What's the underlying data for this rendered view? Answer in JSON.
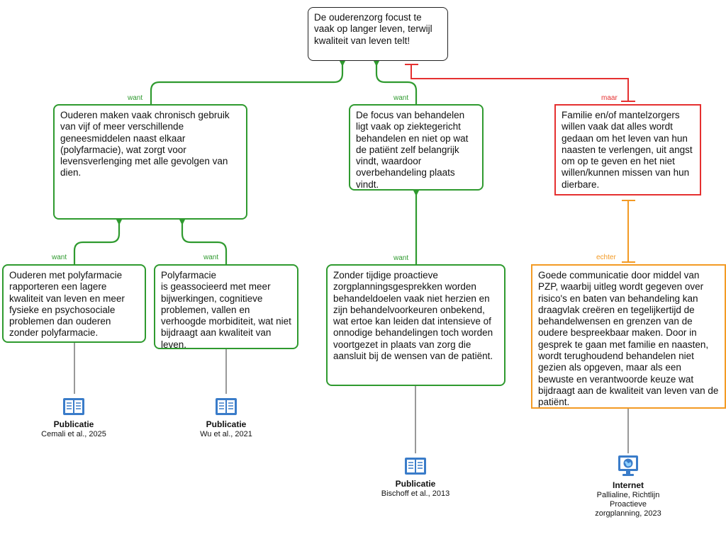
{
  "colors": {
    "support": "#2f9a2f",
    "objection": "#e53030",
    "rebuttal": "#f39a24",
    "neutral": "#222222",
    "icon": "#3a7cc9"
  },
  "claim": "De ouderenzorg focust te vaak op langer leven, terwijl kwaliteit van leven telt!",
  "arguments": {
    "polypharmacy": "Ouderen maken vaak chronisch gebruik van vijf of meer verschillende geneesmiddelen naast elkaar (polyfarmacie), wat zorgt voor levensverlenging met alle gevolgen van dien.",
    "focus": "De focus van behandelen ligt vaak op ziektegericht behandelen en niet op wat de patiënt zelf belangrijk vindt, waardoor overbehandeling plaats vindt.",
    "family": "Familie en/of mantelzorgers willen vaak dat alles wordt gedaan om het leven van hun naasten te verlengen, uit angst om op te geven en het niet willen/kunnen missen van hun dierbare.",
    "lower_quality": "Ouderen met polyfarmacie rapporteren een lagere kwaliteit van leven en meer fysieke en psychosociale problemen dan ouderen zonder polyfarmacie.",
    "side_effects": "Polyfarmacie\nis geassocieerd met meer bijwerkingen, cognitieve problemen, vallen en verhoogde morbiditeit, wat niet bijdraagt aan kwaliteit van leven.",
    "no_acp": "Zonder tijdige proactieve zorgplanningsgesprekken worden behandeldoelen vaak niet herzien en zijn behandelvoorkeuren onbekend, wat ertoe kan leiden dat intensieve of onnodige behandelingen toch worden voortgezet in plaats van zorg die aansluit bij de wensen van de patiënt.",
    "communication": "Goede communicatie door middel van PZP, waarbij uitleg wordt gegeven over risico's en baten van behandeling kan draagvlak creëren en tegelijkertijd de behandelwensen en grenzen van de oudere bespreekbaar maken. Door in gesprek te gaan met familie en naasten, wordt terughoudend behandelen niet gezien als opgeven, maar als een bewuste en verantwoorde keuze wat bijdraagt aan de kwaliteit van leven van de patiënt."
  },
  "labels": {
    "want": "want",
    "maar": "maar",
    "echter": "echter"
  },
  "sources": {
    "cemali": {
      "type": "Publicatie",
      "ref": "Cemali et al., 2025",
      "icon": "book-icon"
    },
    "wu": {
      "type": "Publicatie",
      "ref": "Wu et al., 2021",
      "icon": "book-icon"
    },
    "bischoff": {
      "type": "Publicatie",
      "ref": "Bischoff et al., 2013",
      "icon": "book-icon"
    },
    "pallialine": {
      "type": "Internet",
      "ref": "Pallialine, Richtlijn\nProactieve\nzorgplanning, 2023",
      "icon": "globe-monitor-icon"
    }
  }
}
